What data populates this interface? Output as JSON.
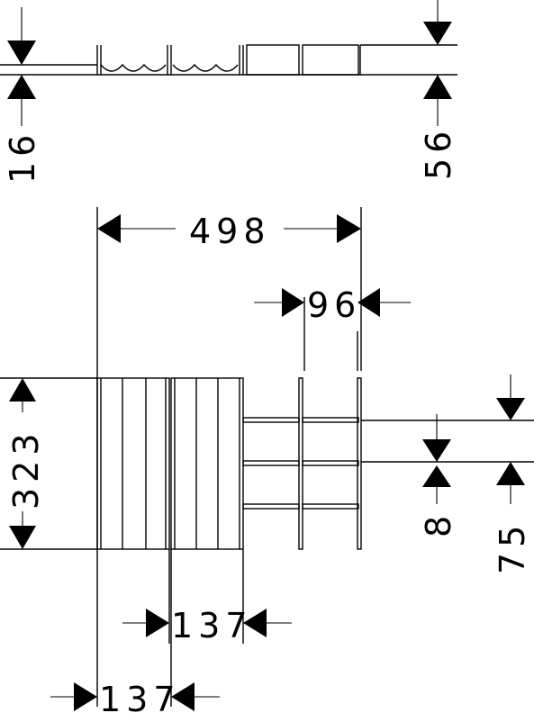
{
  "dimensions": {
    "dim_16": "16",
    "dim_56": "56",
    "dim_498": "498",
    "dim_96": "96",
    "dim_323": "323",
    "dim_8": "8",
    "dim_75": "75",
    "dim_137_upper": "137",
    "dim_137_lower": "137"
  }
}
